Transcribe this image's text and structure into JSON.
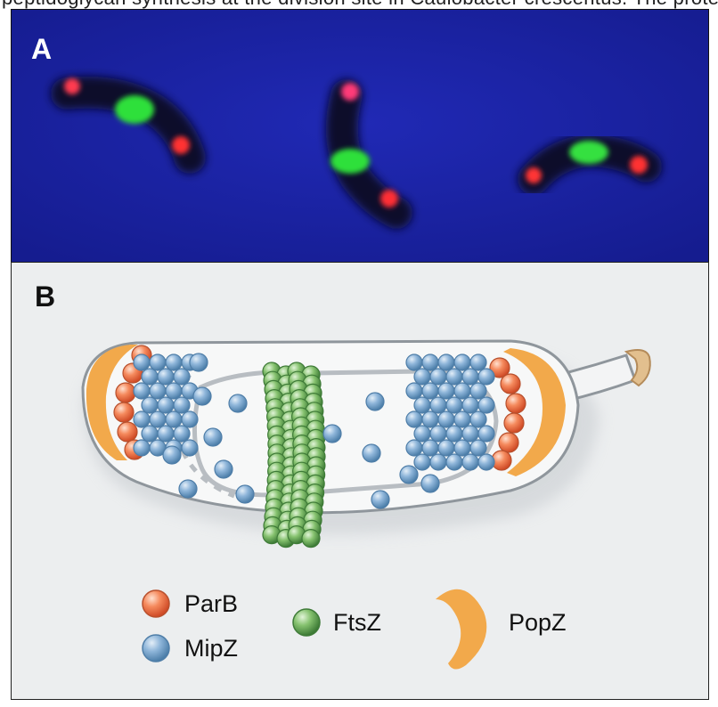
{
  "caption_fragment": "peptidoglycan synthesis at the division site in Caulobacter crescentus. The protein",
  "panels": {
    "a": {
      "label": "A"
    },
    "b": {
      "label": "B"
    }
  },
  "legend": [
    {
      "key": "parb",
      "label": "ParB",
      "color": "#f07a4a"
    },
    {
      "key": "mipz",
      "label": "MipZ",
      "color": "#7fa9cf"
    },
    {
      "key": "ftsz",
      "label": "FtsZ",
      "color": "#6dac5a"
    },
    {
      "key": "popz",
      "label": "PopZ",
      "color": "#f2a94b"
    }
  ],
  "colors": {
    "microscopy_background": "#1b23a6",
    "diagram_background": "#eceeef",
    "cell_fill": "#f7f8f8",
    "cell_outline": "#8f969c"
  }
}
